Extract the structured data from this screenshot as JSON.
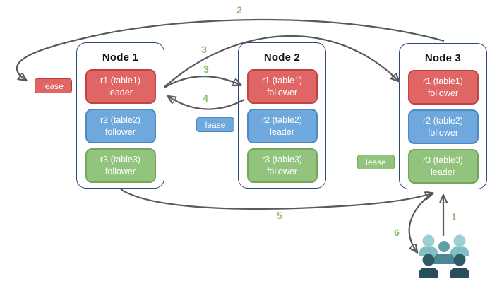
{
  "diagram": {
    "nodes": [
      {
        "title": "Node 1",
        "replicas": [
          {
            "name": "r1 (table1)",
            "role": "leader"
          },
          {
            "name": "r2 (table2)",
            "role": "follower"
          },
          {
            "name": "r3 (table3)",
            "role": "follower"
          }
        ]
      },
      {
        "title": "Node 2",
        "replicas": [
          {
            "name": "r1 (table1)",
            "role": "follower"
          },
          {
            "name": "r2 (table2)",
            "role": "leader"
          },
          {
            "name": "r3 (table3)",
            "role": "follower"
          }
        ]
      },
      {
        "title": "Node 3",
        "replicas": [
          {
            "name": "r1 (table1)",
            "role": "follower"
          },
          {
            "name": "r2 (table2)",
            "role": "follower"
          },
          {
            "name": "r3 (table3)",
            "role": "leader"
          }
        ]
      }
    ],
    "leases": {
      "table1": {
        "label": "lease",
        "color": "#e06666"
      },
      "table2": {
        "label": "lease",
        "color": "#6fa8dc"
      },
      "table3": {
        "label": "lease",
        "color": "#93c47d"
      }
    },
    "steps": {
      "s1": "1",
      "s2": "2",
      "s3a": "3",
      "s3b": "3",
      "s4": "4",
      "s5": "5",
      "s6": "6"
    },
    "icons": {
      "users": "users-group-icon"
    },
    "colors": {
      "replica_red": "#e06666",
      "replica_red_border": "#bf4340",
      "replica_blue": "#6fa8dc",
      "replica_blue_border": "#4f89c2",
      "replica_green": "#93c47d",
      "replica_green_border": "#74a65b",
      "node_border": "#2b4a73",
      "arrow": "#595959",
      "step_number": "#8cba70",
      "users_light": "#9ccfd1",
      "users_medium": "#5fa0a9",
      "users_dark": "#2e5b68"
    }
  }
}
